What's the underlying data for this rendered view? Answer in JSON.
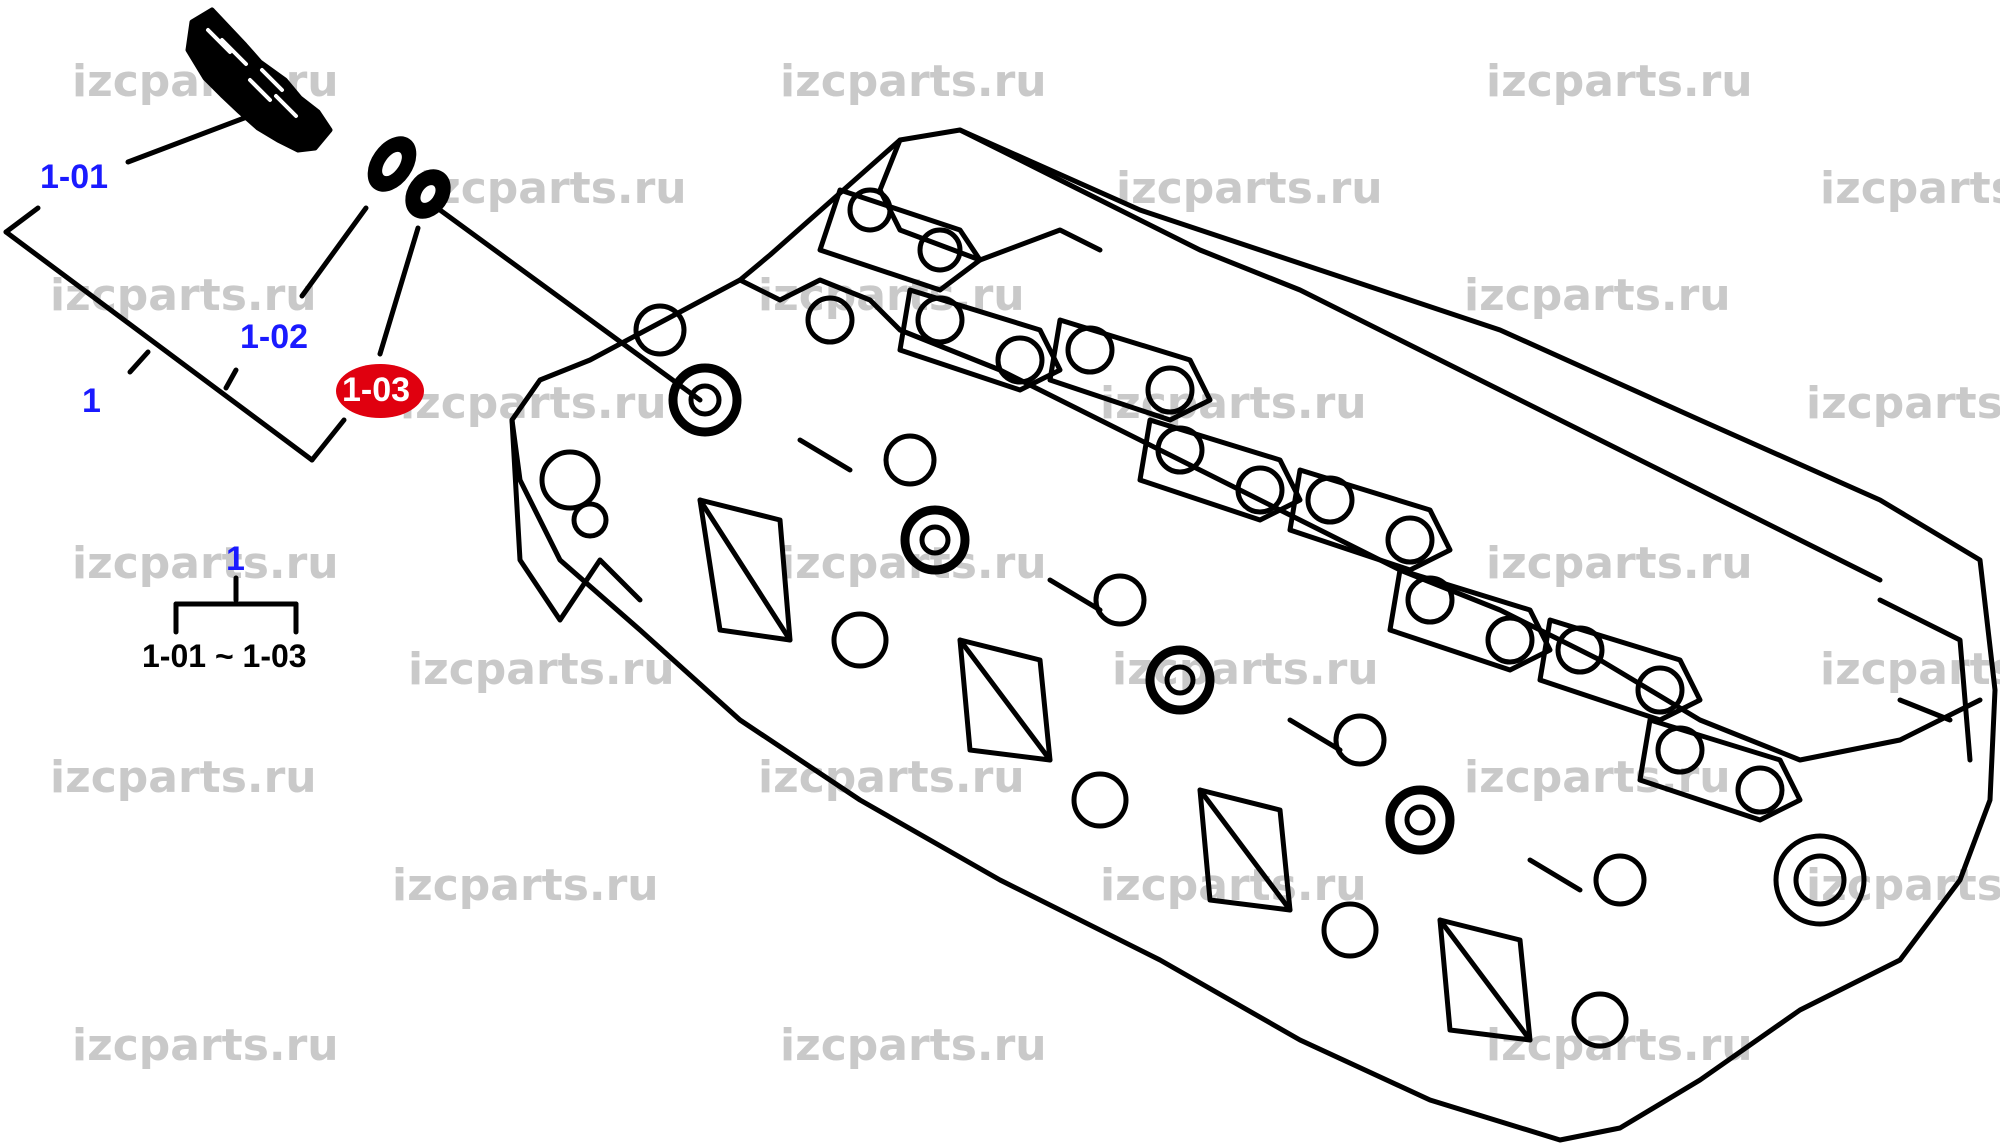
{
  "watermark": {
    "text": "izcparts.ru",
    "color": "#c9c9c9"
  },
  "callouts": {
    "c1_01": "1-01",
    "c1_02": "1-02",
    "c1_03": "1-03",
    "c1": "1"
  },
  "legend": {
    "parent": "1",
    "range": "1-01 ~ 1-03"
  },
  "colors": {
    "callout": "#1a1aff",
    "highlight": "#e0000f",
    "line": "#000000"
  }
}
